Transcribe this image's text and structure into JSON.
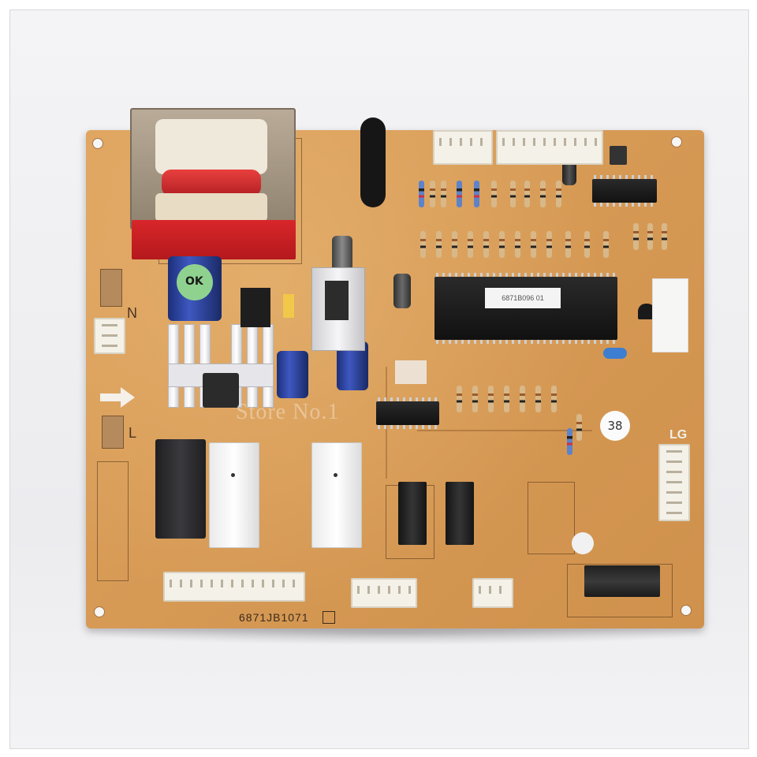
{
  "image": {
    "board_part_number": "6871JB1071",
    "brand_mark": "LG",
    "badge_number": "38",
    "terminal_labels": {
      "neutral": "N",
      "line": "L"
    },
    "capacitor_marking": "OK",
    "mcu_label": "6871B096 01",
    "watermark_text": "Store No.1"
  },
  "colors": {
    "pcb": "#d69a55",
    "transformer_coil": "#d8262a",
    "capacitor": "#2b45a8",
    "connector": "#f4f1e8"
  }
}
